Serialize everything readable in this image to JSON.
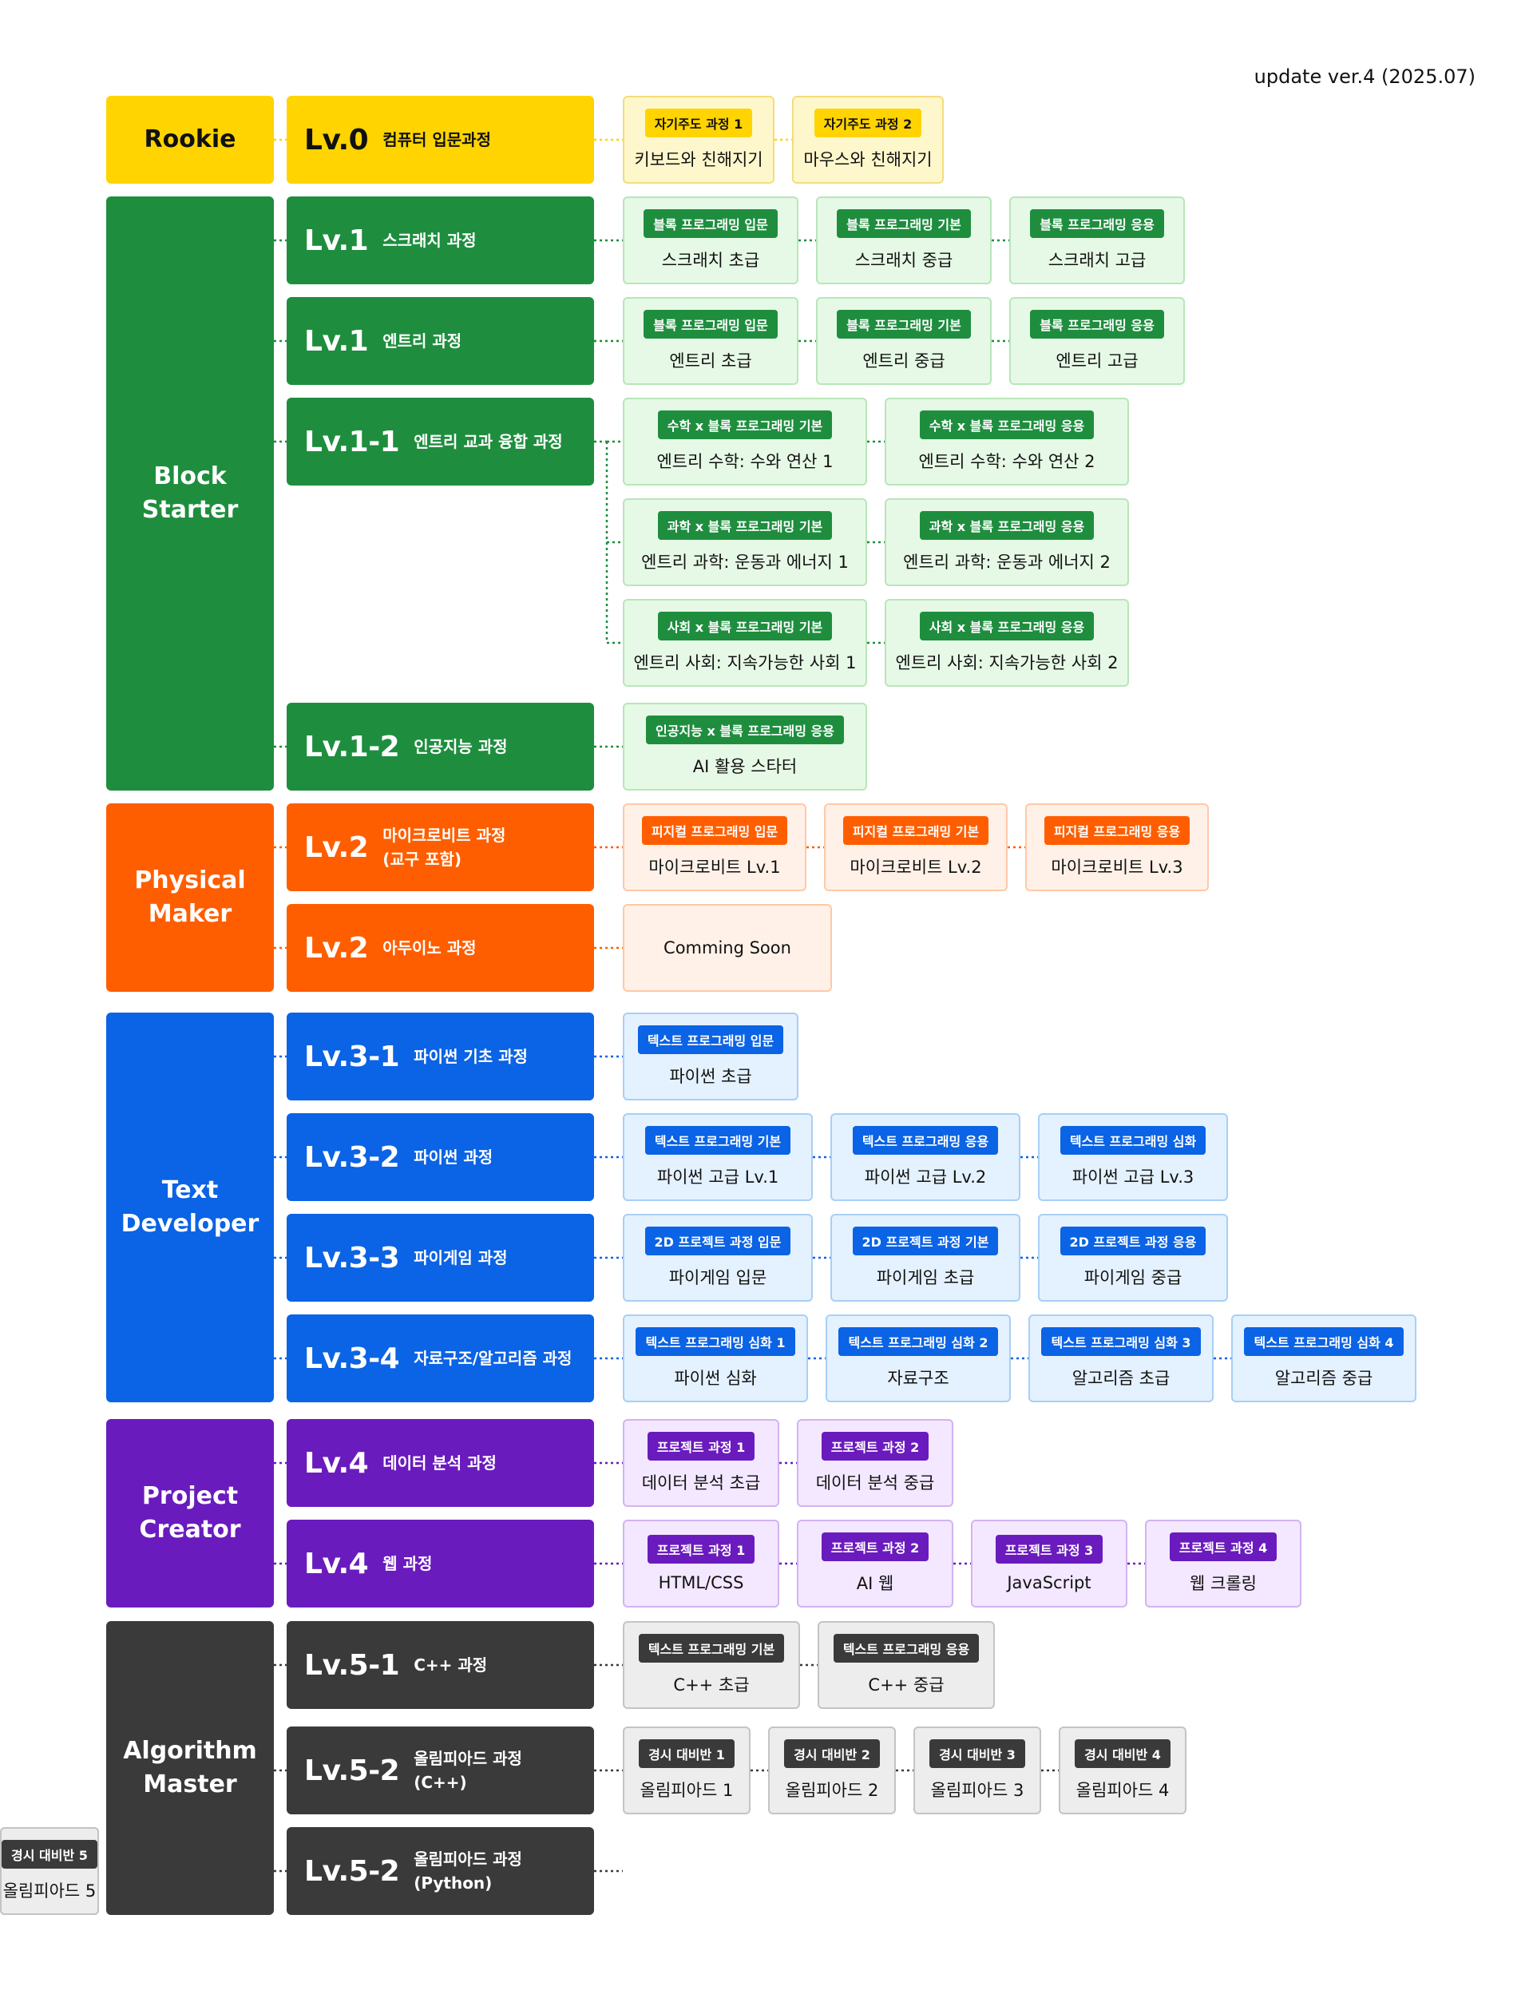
{
  "update_label": "update ver.4 (2025.07)",
  "categories": [
    {
      "id": "rookie",
      "label": "Rookie",
      "color": "#FFD400",
      "text_color": "#111111",
      "levels": [
        {
          "lv": "Lv.0",
          "name": "컴퓨터 입문과정",
          "nodes": [
            {
              "badge": "자기주도 과정 1",
              "title": "키보드와 친해지기"
            },
            {
              "badge": "자기주도 과정 2",
              "title": "마우스와 친해지기"
            }
          ]
        }
      ]
    },
    {
      "id": "block-starter",
      "label": "Block\nStarter",
      "color": "#1E8E3E",
      "text_color": "#ffffff",
      "levels": [
        {
          "lv": "Lv.1",
          "name": "스크래치 과정",
          "nodes": [
            {
              "badge": "블록 프로그래밍 입문",
              "title": "스크래치 초급"
            },
            {
              "badge": "블록 프로그래밍 기본",
              "title": "스크래치 중급"
            },
            {
              "badge": "블록 프로그래밍 응용",
              "title": "스크래치 고급"
            }
          ]
        },
        {
          "lv": "Lv.1",
          "name": "엔트리 과정",
          "nodes": [
            {
              "badge": "블록 프로그래밍 입문",
              "title": "엔트리 초급"
            },
            {
              "badge": "블록 프로그래밍 기본",
              "title": "엔트리 중급"
            },
            {
              "badge": "블록 프로그래밍 응용",
              "title": "엔트리 고급"
            }
          ]
        },
        {
          "lv": "Lv.1-1",
          "name": "엔트리 교과 융합 과정",
          "rows": [
            [
              {
                "badge": "수학 x 블록 프로그래밍 기본",
                "title": "엔트리 수학: 수와 연산 1"
              },
              {
                "badge": "수학 x 블록 프로그래밍 응용",
                "title": "엔트리 수학: 수와 연산 2"
              }
            ],
            [
              {
                "badge": "과학 x 블록 프로그래밍 기본",
                "title": "엔트리 과학: 운동과 에너지 1"
              },
              {
                "badge": "과학 x 블록 프로그래밍 응용",
                "title": "엔트리 과학: 운동과 에너지 2"
              }
            ],
            [
              {
                "badge": "사회 x 블록 프로그래밍 기본",
                "title": "엔트리 사회: 지속가능한 사회 1"
              },
              {
                "badge": "사회 x 블록 프로그래밍 응용",
                "title": "엔트리 사회: 지속가능한 사회 2"
              }
            ]
          ]
        },
        {
          "lv": "Lv.1-2",
          "name": "인공지능 과정",
          "nodes": [
            {
              "badge": "인공지능 x 블록 프로그래밍 응용",
              "title": "AI 활용 스타터"
            }
          ]
        }
      ]
    },
    {
      "id": "physical-maker",
      "label": "Physical\nMaker",
      "color": "#FF5E00",
      "text_color": "#ffffff",
      "levels": [
        {
          "lv": "Lv.2",
          "name": "마이크로비트 과정\n(교구 포함)",
          "nodes": [
            {
              "badge": "피지컬 프로그래밍 입문",
              "title": "마이크로비트 Lv.1"
            },
            {
              "badge": "피지컬 프로그래밍 기본",
              "title": "마이크로비트 Lv.2"
            },
            {
              "badge": "피지컬 프로그래밍 응용",
              "title": "마이크로비트 Lv.3"
            }
          ]
        },
        {
          "lv": "Lv.2",
          "name": "아두이노 과정",
          "nodes": [
            {
              "badge": "",
              "title": "Comming Soon"
            }
          ]
        }
      ]
    },
    {
      "id": "text-developer",
      "label": "Text\nDeveloper",
      "color": "#0B63E5",
      "text_color": "#ffffff",
      "levels": [
        {
          "lv": "Lv.3-1",
          "name": "파이썬 기초 과정",
          "nodes": [
            {
              "badge": "텍스트 프로그래밍 입문",
              "title": "파이썬 초급"
            }
          ]
        },
        {
          "lv": "Lv.3-2",
          "name": "파이썬 과정",
          "nodes": [
            {
              "badge": "텍스트 프로그래밍 기본",
              "title": "파이썬 고급 Lv.1"
            },
            {
              "badge": "텍스트 프로그래밍 응용",
              "title": "파이썬 고급 Lv.2"
            },
            {
              "badge": "텍스트 프로그래밍 심화",
              "title": "파이썬 고급 Lv.3"
            }
          ]
        },
        {
          "lv": "Lv.3-3",
          "name": "파이게임 과정",
          "nodes": [
            {
              "badge": "2D 프로젝트 과정 입문",
              "title": "파이게임 입문"
            },
            {
              "badge": "2D 프로젝트 과정 기본",
              "title": "파이게임 초급"
            },
            {
              "badge": "2D 프로젝트 과정 응용",
              "title": "파이게임 중급"
            }
          ]
        },
        {
          "lv": "Lv.3-4",
          "name": "자료구조/알고리즘 과정",
          "nodes": [
            {
              "badge": "텍스트 프로그래밍 심화 1",
              "title": "파이썬 심화"
            },
            {
              "badge": "텍스트 프로그래밍 심화 2",
              "title": "자료구조"
            },
            {
              "badge": "텍스트 프로그래밍 심화 3",
              "title": "알고리즘 초급"
            },
            {
              "badge": "텍스트 프로그래밍 심화 4",
              "title": "알고리즘 중급"
            }
          ]
        }
      ]
    },
    {
      "id": "project-creator",
      "label": "Project\nCreator",
      "color": "#6A1BBE",
      "text_color": "#ffffff",
      "levels": [
        {
          "lv": "Lv.4",
          "name": "데이터 분석 과정",
          "nodes": [
            {
              "badge": "프로젝트 과정 1",
              "title": "데이터 분석 초급"
            },
            {
              "badge": "프로젝트 과정 2",
              "title": "데이터 분석 중급"
            }
          ]
        },
        {
          "lv": "Lv.4",
          "name": "웹 과정",
          "nodes": [
            {
              "badge": "프로젝트 과정 1",
              "title": "HTML/CSS"
            },
            {
              "badge": "프로젝트 과정 2",
              "title": "AI 웹"
            },
            {
              "badge": "프로젝트 과정 3",
              "title": "JavaScript"
            },
            {
              "badge": "프로젝트 과정 4",
              "title": "웹 크롤링"
            }
          ]
        }
      ]
    },
    {
      "id": "algorithm-master",
      "label": "Algorithm\nMaster",
      "color": "#3A3A3A",
      "text_color": "#ffffff",
      "levels": [
        {
          "lv": "Lv.5-1",
          "name": "C++ 과정",
          "nodes": [
            {
              "badge": "텍스트 프로그래밍 기본",
              "title": "C++ 초급"
            },
            {
              "badge": "텍스트 프로그래밍 응용",
              "title": "C++ 중급"
            }
          ]
        },
        {
          "lv": "Lv.5-2",
          "name": "올림피아드 과정\n(C++)",
          "nodes": [
            {
              "badge": "경시 대비반 1",
              "title": "올림피아드 1"
            },
            {
              "badge": "경시 대비반 2",
              "title": "올림피아드 2"
            },
            {
              "badge": "경시 대비반 3",
              "title": "올림피아드 3"
            },
            {
              "badge": "경시 대비반 4",
              "title": "올림피아드 4"
            }
          ]
        },
        {
          "lv": "Lv.5-2",
          "name": "올림피아드 과정\n(Python)",
          "nodes": [
            {
              "badge": "경시 대비반 1",
              "title": "올림피아드 1"
            },
            {
              "badge": "경시 대비반 2",
              "title": "올림피아드 2"
            },
            {
              "badge": "경시 대비반 3",
              "title": "올림피아드 3"
            },
            {
              "badge": "경시 대비반 4",
              "title": "올림피아드 4"
            },
            {
              "badge": "경시 대비반 5",
              "title": "올림피아드 5"
            }
          ]
        }
      ]
    }
  ]
}
